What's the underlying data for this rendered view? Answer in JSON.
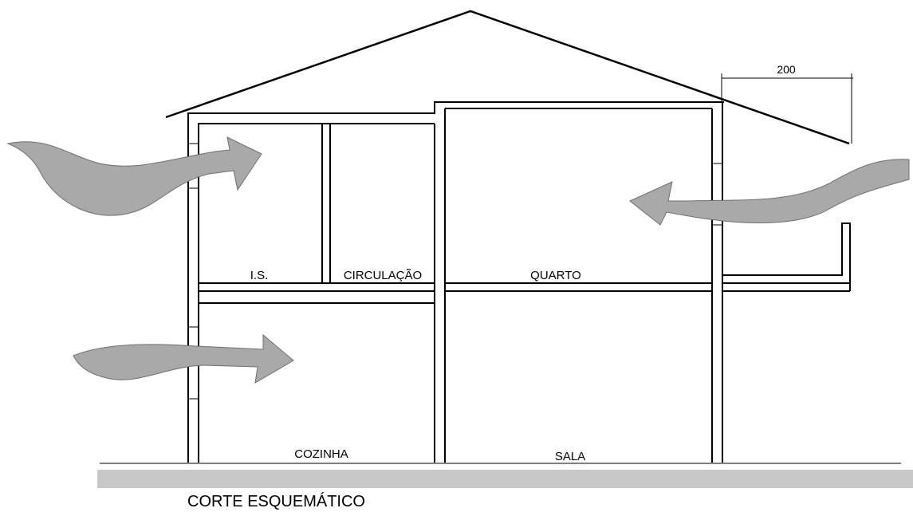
{
  "rooms": {
    "is": "I.S.",
    "circulacao": "CIRCULAÇÃO",
    "quarto": "QUARTO",
    "cozinha": "COZINHA",
    "sala": "SALA"
  },
  "dimension": "200",
  "caption": "CORTE ESQUEMÁTICO",
  "colors": {
    "lines": "#000000",
    "wind_arrows": "#a9a9a9",
    "ground": "#c8c8c8"
  }
}
